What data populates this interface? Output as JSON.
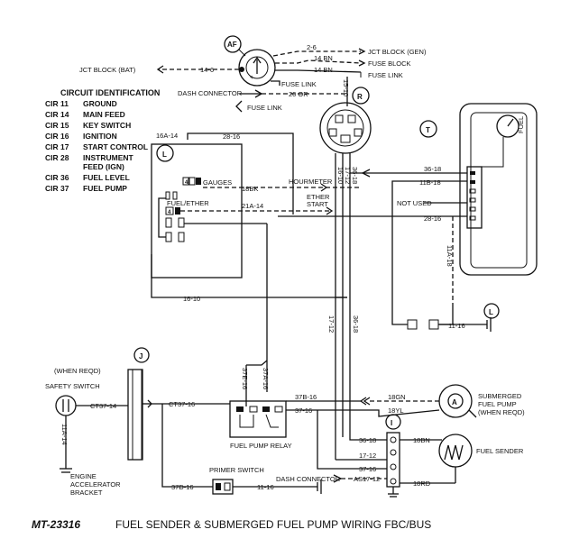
{
  "circuit_identification": {
    "title": "CIRCUIT IDENTIFICATION",
    "rows": [
      {
        "code": "CIR 11",
        "name": "GROUND"
      },
      {
        "code": "CIR 14",
        "name": "MAIN FEED"
      },
      {
        "code": "CIR 15",
        "name": "KEY SWITCH"
      },
      {
        "code": "CIR 16",
        "name": "IGNITION"
      },
      {
        "code": "CIR 17",
        "name": "START CONTROL"
      },
      {
        "code": "CIR 28",
        "name": "INSTRUMENT"
      },
      {
        "code": "",
        "name": "FEED (IGN)"
      },
      {
        "code": "CIR 36",
        "name": "FUEL LEVEL"
      },
      {
        "code": "CIR 37",
        "name": "FUEL PUMP"
      }
    ]
  },
  "components": {
    "af": "AF",
    "r": "R",
    "l": "L",
    "t": "T",
    "j": "J",
    "i": "I",
    "l2": "L",
    "ammeter_a": "A",
    "fuel_vert": "FUEL"
  },
  "labels": {
    "jct_block_bat": "JCT BLOCK (BAT)",
    "jct_block_gen": "JCT BLOCK (GEN)",
    "fuse_block": "FUSE BLOCK",
    "fuse_link_1": "FUSE LINK",
    "fuse_link_2": "FUSE LINK",
    "fuse_link_3": "FUSE LINK",
    "dash_connector_1": "DASH CONNECTOR",
    "dash_connector_2": "DASH CONNECTOR",
    "gauges": "GAUGES",
    "fuel_ether": "FUEL/ETHER",
    "hourmeter": "HOURMETER",
    "ether_start_1": "ETHER",
    "ether_start_2": "START",
    "not_used": "NOT USED",
    "when_reqd": "(WHEN REQD)",
    "safety_switch": "SAFETY SWITCH",
    "engine_1": "ENGINE",
    "engine_2": "ACCELERATOR",
    "engine_3": "BRACKET",
    "fuel_pump_relay": "FUEL PUMP RELAY",
    "primer_switch": "PRIMER SWITCH",
    "submerged_1": "SUBMERGED",
    "submerged_2": "FUEL PUMP",
    "submerged_3": "(WHEN REQD)",
    "fuel_sender": "FUEL SENDER",
    "n4a": "4",
    "n4b": "4"
  },
  "wires": {
    "w2_6": "2-6",
    "w14bn_a": "14 BN",
    "w14bn_b": "14 BN",
    "w14_6": "14-6",
    "w20_or": "20 OR",
    "w15_10": "15-10",
    "w16a_14": "16A-14",
    "w28_16a": "28-16",
    "w18bk": "18BK",
    "w21a_14": "21A-14",
    "w16_10": "16-10",
    "w36_18v": "36-18",
    "w17_12v": "17-12",
    "w16_10v": "16-10",
    "w36_18h": "36-18",
    "w11b_18": "11B-18",
    "w28_16b": "28-16",
    "w11a_18v": "11A-18",
    "w11_16": "11-16",
    "w36_18mid": "36-18",
    "w17_12mid": "17-12",
    "w37e_16": "37E-16",
    "w37a_16": "37A-16",
    "w37b_16": "37B-16",
    "w37_16a": "37-16",
    "w18gn": "18GN",
    "w18yl": "18YL",
    "w36_18low": "36-18",
    "w18bn": "18BN",
    "w17_12low": "17-12",
    "w37_16b": "37-16",
    "was17_12": "AS17-12",
    "w18rd": "18RD",
    "wct37_14": "CT37-14",
    "w11a_14": "11A-14",
    "wct37_16": "CT37-16",
    "w37d_16": "37D-16",
    "w11_16b": "11-16"
  },
  "caption": {
    "code": "MT-23316",
    "title": "FUEL SENDER & SUBMERGED FUEL PUMP WIRING  FBC/BUS"
  }
}
